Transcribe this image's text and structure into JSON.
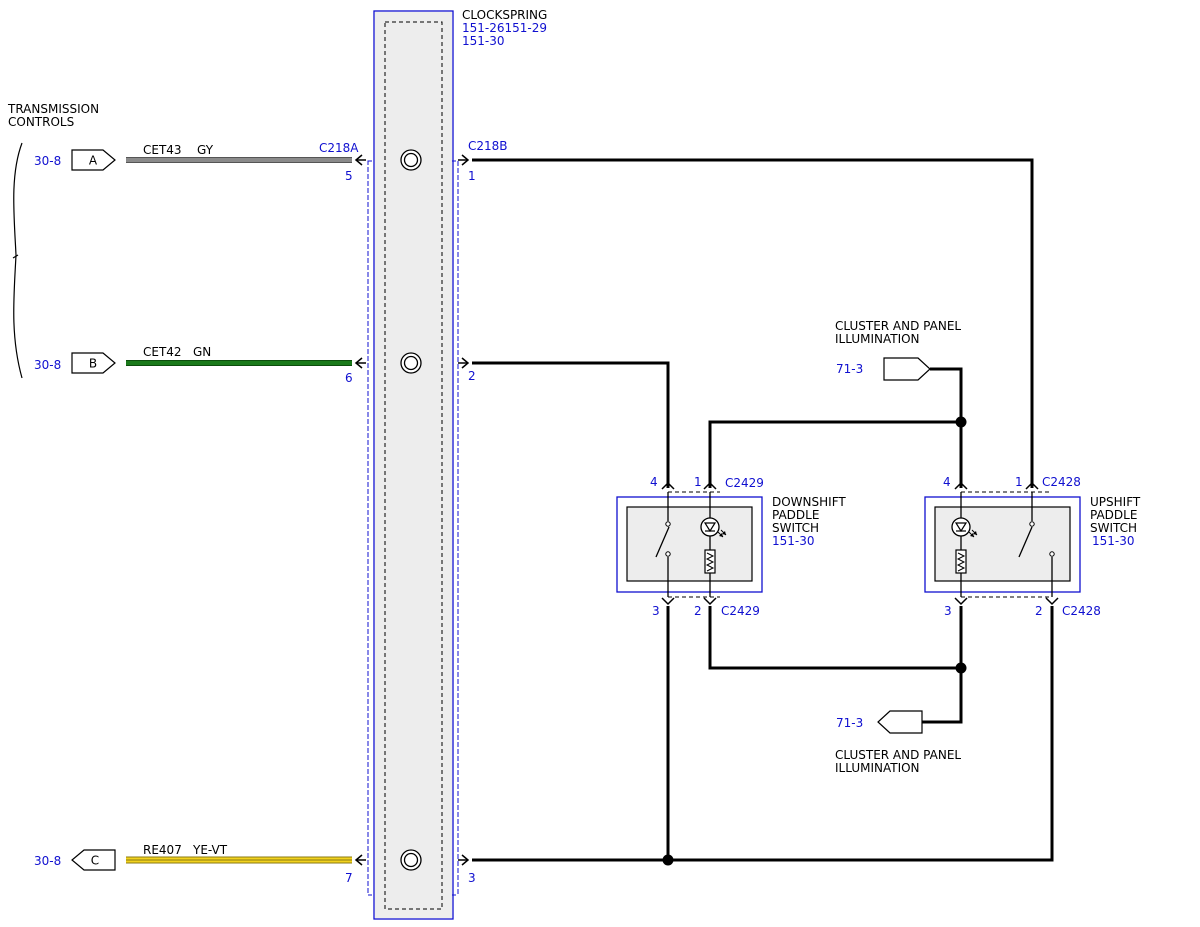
{
  "clockspring": {
    "title": "CLOCKSPRING",
    "refs_line1": "151-26151-29",
    "refs_line2": "151-30",
    "connector_left": "C218A",
    "connector_right": "C218B"
  },
  "transmission_controls": {
    "line1": "TRANSMISSION",
    "line2": "CONTROLS"
  },
  "wires": [
    {
      "page_ref": "30-8",
      "terminal": "A",
      "circuit": "CET43",
      "color_code": "GY",
      "color": "#8a8a8a",
      "left_pin": "5",
      "right_pin": "1"
    },
    {
      "page_ref": "30-8",
      "terminal": "B",
      "circuit": "CET42",
      "color_code": "GN",
      "color": "#1a7a1a",
      "left_pin": "6",
      "right_pin": "2"
    },
    {
      "page_ref": "30-8",
      "terminal": "C",
      "circuit": "RE407",
      "color_code": "YE-VT",
      "color": "#f2d21e",
      "left_pin": "7",
      "right_pin": "3"
    }
  ],
  "downshift": {
    "line1": "DOWNSHIFT",
    "line2": "PADDLE",
    "line3": "SWITCH",
    "ref": "151-30",
    "connector": "C2429",
    "pin_top_left": "4",
    "pin_top_right": "1",
    "pin_bottom_left": "3",
    "pin_bottom_right": "2"
  },
  "upshift": {
    "line1": "UPSHIFT",
    "line2": "PADDLE",
    "line3": "SWITCH",
    "ref": "151-30",
    "connector": "C2428",
    "pin_top_left": "4",
    "pin_top_right": "1",
    "pin_bottom_left": "3",
    "pin_bottom_right": "2"
  },
  "illumination_top": {
    "line1": "CLUSTER AND PANEL",
    "line2": "ILLUMINATION",
    "page_ref": "71-3"
  },
  "illumination_bottom": {
    "line1": "CLUSTER AND PANEL",
    "line2": "ILLUMINATION",
    "page_ref": "71-3"
  }
}
